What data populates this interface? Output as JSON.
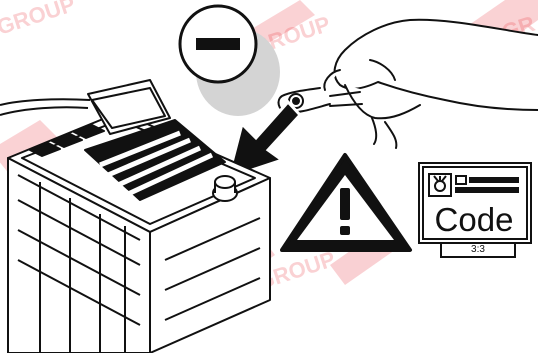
{
  "radio_display": {
    "code_text": "Code",
    "page_indicator": "3:3"
  },
  "watermark": {
    "text": "GROUP",
    "color": "#e8303a"
  },
  "icons": {
    "negative_terminal": "minus-sign-icon",
    "warning": "exclamation-triangle-icon",
    "pointer": "arrow-icon",
    "radio": "radio-display-icon"
  }
}
